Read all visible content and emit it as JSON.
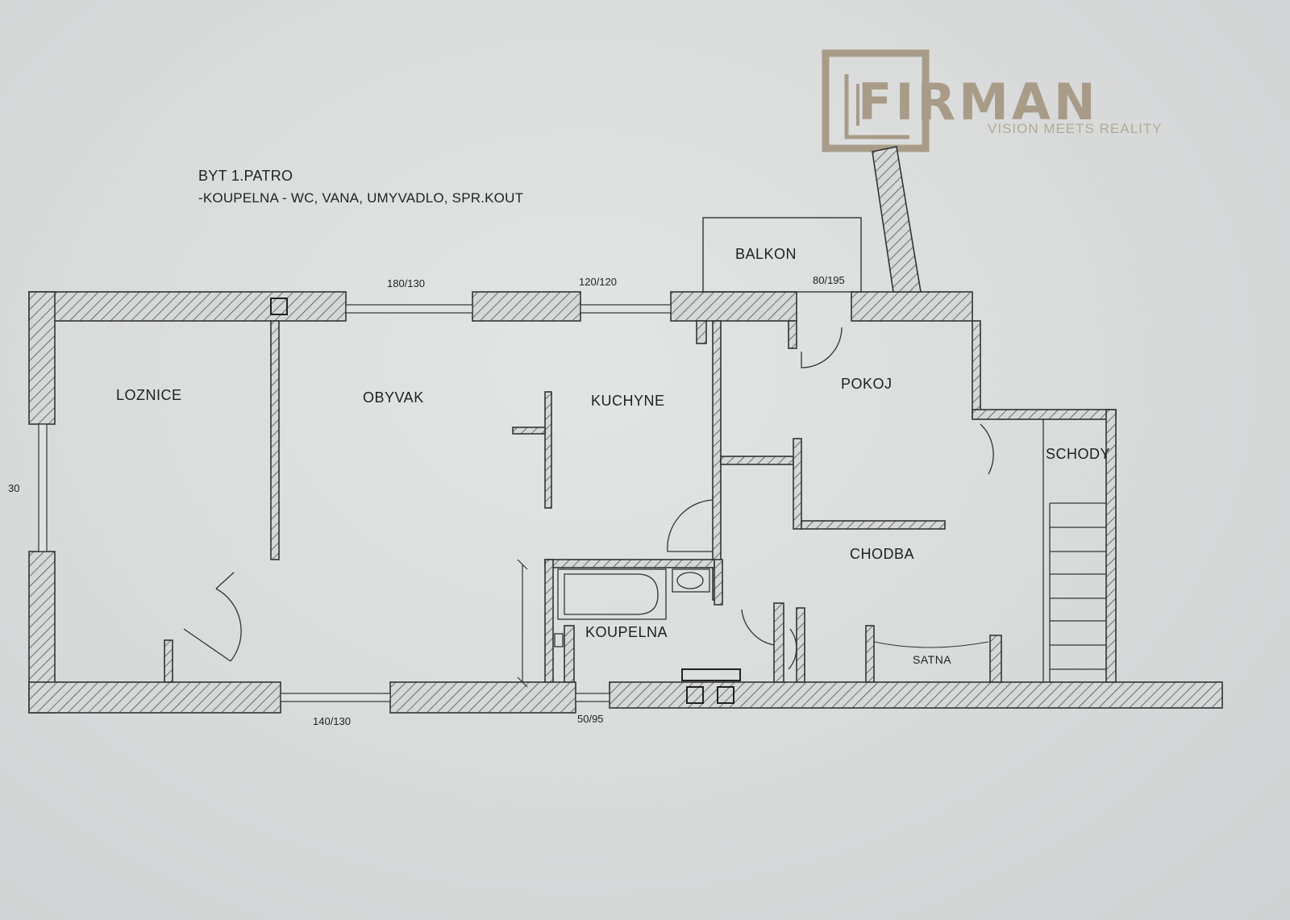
{
  "logo": {
    "name": "FIRMAN",
    "tagline": "VISION MEETS REALITY",
    "color": "#a89c88"
  },
  "notes": {
    "title": "BYT 1.PATRO",
    "line": "-KOUPELNA - WC, VANA, UMYVADLO, SPR.KOUT"
  },
  "rooms": {
    "loznice": "LOZNICE",
    "obyvak": "OBYVAK",
    "kuchyne": "KUCHYNE",
    "balkon": "BALKON",
    "pokoj": "POKOJ",
    "schody": "SCHODY",
    "chodba": "CHODBA",
    "koupelna": "KOUPELNA",
    "satna": "SATNA"
  },
  "dimensions": {
    "window_obyvak": "180/130",
    "window_kuchyne": "120/120",
    "door_balkon": "80/195",
    "window_loznice_bottom": "140/130",
    "window_koupelna": "50/95",
    "window_left_partial": "30"
  }
}
